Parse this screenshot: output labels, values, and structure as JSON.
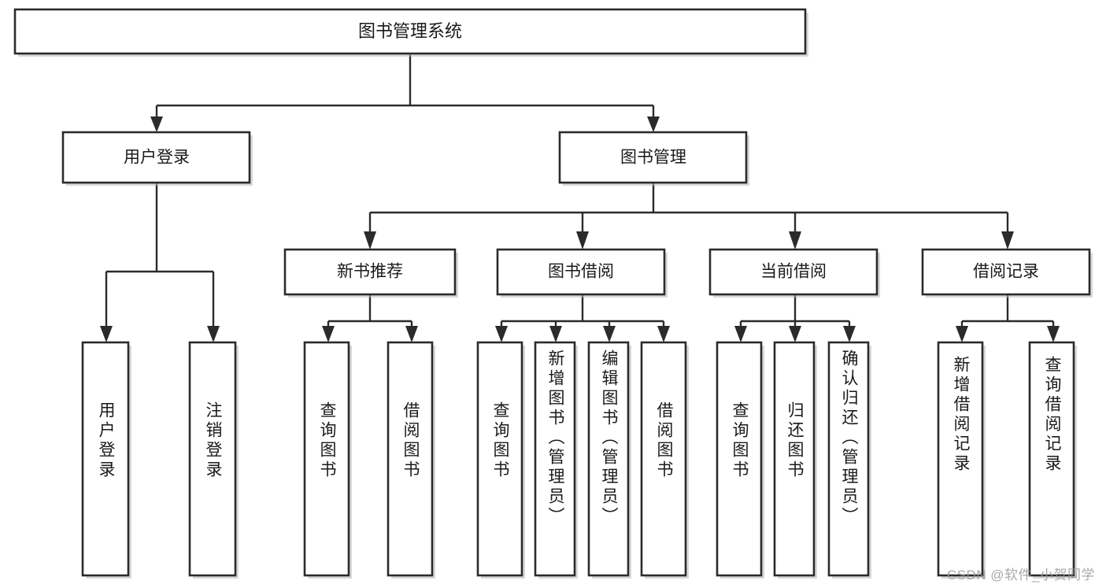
{
  "diagram": {
    "title": "图书管理系统",
    "type": "tree-hierarchy-chart",
    "root": {
      "id": "root",
      "label": "图书管理系统",
      "orientation": "horizontal"
    },
    "level2": [
      {
        "id": "user-login",
        "label": "用户登录",
        "orientation": "horizontal"
      },
      {
        "id": "book-manage",
        "label": "图书管理",
        "orientation": "horizontal"
      }
    ],
    "level3": [
      {
        "id": "new-book-recommend",
        "label": "新书推荐",
        "orientation": "horizontal"
      },
      {
        "id": "book-borrow",
        "label": "图书借阅",
        "orientation": "horizontal"
      },
      {
        "id": "current-borrow",
        "label": "当前借阅",
        "orientation": "horizontal"
      },
      {
        "id": "borrow-record",
        "label": "借阅记录",
        "orientation": "horizontal"
      }
    ],
    "leaves": [
      {
        "id": "leaf-user-login",
        "label": "用户登录",
        "parent": "user-login",
        "orientation": "vertical"
      },
      {
        "id": "leaf-user-logout",
        "label": "注销登录",
        "parent": "user-login",
        "orientation": "vertical"
      },
      {
        "id": "leaf-query-book-1",
        "label": "查询图书",
        "parent": "new-book-recommend",
        "orientation": "vertical"
      },
      {
        "id": "leaf-borrow-book-1",
        "label": "借阅图书",
        "parent": "new-book-recommend",
        "orientation": "vertical"
      },
      {
        "id": "leaf-query-book-2",
        "label": "查询图书",
        "parent": "book-borrow",
        "orientation": "vertical"
      },
      {
        "id": "leaf-add-book",
        "label": "新增图书（管理员）",
        "parent": "book-borrow",
        "orientation": "vertical"
      },
      {
        "id": "leaf-edit-book",
        "label": "编辑图书（管理员）",
        "parent": "book-borrow",
        "orientation": "vertical"
      },
      {
        "id": "leaf-borrow-book-2",
        "label": "借阅图书",
        "parent": "book-borrow",
        "orientation": "vertical"
      },
      {
        "id": "leaf-query-book-3",
        "label": "查询图书",
        "parent": "current-borrow",
        "orientation": "vertical"
      },
      {
        "id": "leaf-return-book",
        "label": "归还图书",
        "parent": "current-borrow",
        "orientation": "vertical"
      },
      {
        "id": "leaf-confirm-return",
        "label": "确认归还（管理员）",
        "parent": "current-borrow",
        "orientation": "vertical"
      },
      {
        "id": "leaf-add-record",
        "label": "新增借阅记录",
        "parent": "borrow-record",
        "orientation": "vertical"
      },
      {
        "id": "leaf-query-record",
        "label": "查询借阅记录",
        "parent": "borrow-record",
        "orientation": "vertical"
      }
    ],
    "colors": {
      "stroke": "#2b2b2b",
      "fill": "#ffffff",
      "text": "#1a1a1a",
      "shadow": "#b8b8b8",
      "watermark": "#9a9a9a"
    }
  },
  "watermark": {
    "text": "CSDN @软件_小贺同学"
  }
}
